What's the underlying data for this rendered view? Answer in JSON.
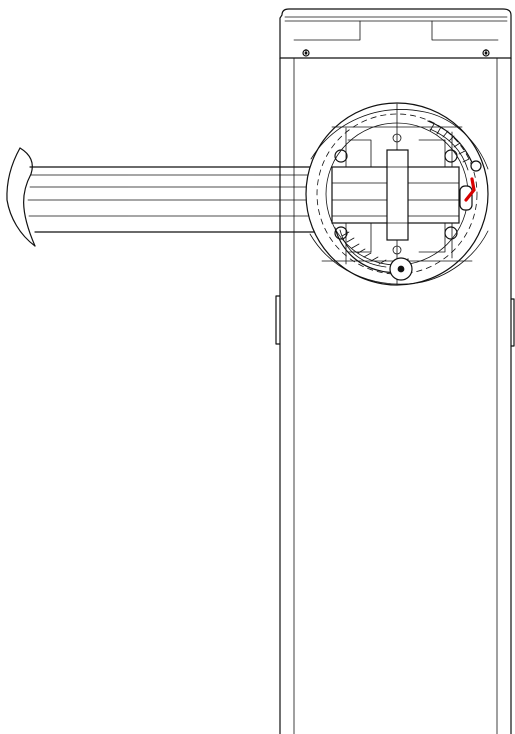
{
  "diagram": {
    "colors": {
      "line": "#111111",
      "background": "#ffffff",
      "highlight": "#d70000"
    },
    "components": [
      "barrier-cabinet",
      "cabinet-cover",
      "boom-arm",
      "drive-disc",
      "arm-clamp",
      "balance-spring",
      "highlighted-part"
    ]
  }
}
